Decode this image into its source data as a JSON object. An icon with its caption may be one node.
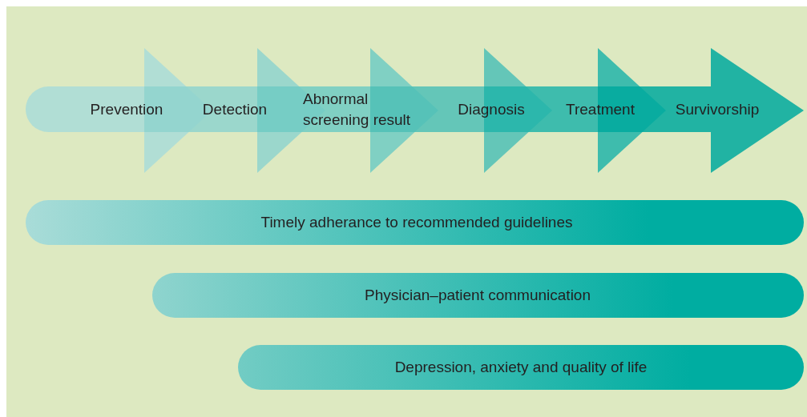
{
  "diagram": {
    "nodes": [
      {
        "text": [
          "Prevention"
        ]
      },
      {
        "text": [
          "Detection"
        ]
      },
      {
        "text": [
          "Abnormal screening result"
        ]
      },
      {
        "text": [
          "Diagnosis"
        ]
      },
      {
        "text": [
          "Treatment"
        ]
      },
      {
        "text": [
          "Survivorship"
        ]
      },
      {
        "text": [
          "Timely adherance to recommended guidelines"
        ]
      },
      {
        "text": [
          "Physician–patient communication"
        ]
      },
      {
        "text": [
          "Depression, anxiety and quality of life"
        ]
      }
    ]
  }
}
